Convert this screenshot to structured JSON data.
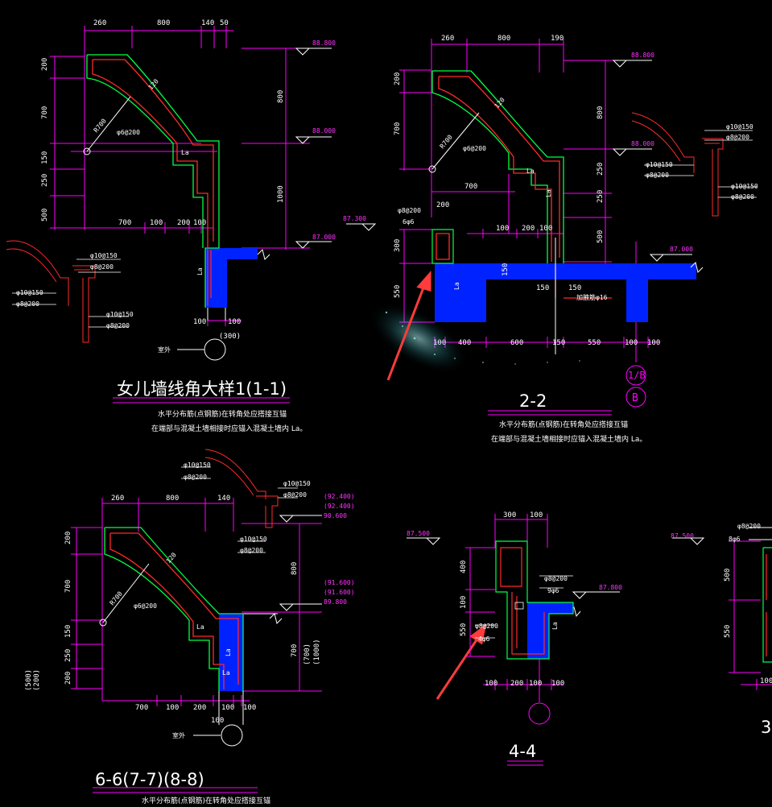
{
  "colors": {
    "background": "#000000",
    "dimension": "#ff00ff",
    "outline": "#00ff44",
    "rebar": "#ff2a2a",
    "concrete": "#0022ff",
    "text": "#ffffff",
    "arrow": "#ff3b3b"
  },
  "s1": {
    "top": [
      "260",
      "800",
      "140",
      "50"
    ],
    "left": [
      "200",
      "700",
      "150",
      "250",
      "500"
    ],
    "right": [
      "800",
      "1000"
    ],
    "bottom": [
      "700",
      "100",
      "200",
      "100"
    ],
    "below": [
      "100",
      "100",
      "(300)"
    ],
    "elev": [
      "88.800",
      "88.000",
      "87.000"
    ],
    "rebar": [
      "120",
      "R700",
      "φ6@200",
      "La",
      "La",
      "φ10@150",
      "φ8@200",
      "φ10@150",
      "φ8@200",
      "φ10@150",
      "φ8@200"
    ],
    "outside": "室外",
    "title": "女儿墙线角大样1(1-1)",
    "note1": "水平分布筋(点钢筋)在转角处应搭接互锚",
    "note2": "在端部与混凝土墙相接时应锚入混凝土墙内 La。"
  },
  "s2": {
    "top": [
      "260",
      "800",
      "190"
    ],
    "left": [
      "200",
      "700",
      "300",
      "550"
    ],
    "right": [
      "800",
      "250",
      "250",
      "500"
    ],
    "mid": [
      "700",
      "100",
      "200",
      "100",
      "200",
      "150",
      "150",
      "150"
    ],
    "bottom": [
      "100",
      "400",
      "600",
      "150",
      "550",
      "100",
      "100"
    ],
    "elev": [
      "88.800",
      "88.000",
      "87.300",
      "87.000"
    ],
    "rebar": [
      "120",
      "R700",
      "φ6@200",
      "La",
      "La",
      "La",
      "φ8@200",
      "6φ6",
      "加腋筋φ16",
      "φ10@150",
      "φ8@200",
      "φ10@150",
      "φ8@200",
      "φ10@150",
      "φ8@200"
    ],
    "axis": [
      "1/B",
      "B"
    ],
    "title": "2-2",
    "note1": "水平分布筋(点钢筋)在转角处应搭接互锚",
    "note2": "在端部与混凝土墙相接时应锚入混凝土墙内 La。"
  },
  "s6": {
    "top": [
      "260",
      "800",
      "140"
    ],
    "left": [
      "200",
      "700",
      "150",
      "250",
      "(500)",
      "(200)",
      "200"
    ],
    "right": [
      "800",
      "700",
      "(700)",
      "(1000)"
    ],
    "bottom": [
      "700",
      "100",
      "200",
      "100",
      "100"
    ],
    "below": [
      "100"
    ],
    "elev": [
      "(92.400)",
      "(92.400)",
      "90.600",
      "(91.600)",
      "(91.600)",
      "89.800"
    ],
    "rebar": [
      "120",
      "R700",
      "φ6@200",
      "La",
      "La",
      "La",
      "φ10@150",
      "φ8@200",
      "φ10@150",
      "φ8@200",
      "φ10@150",
      "φ8@200"
    ],
    "outside": "室外",
    "title": "6-6(7-7)(8-8)",
    "note1": "水平分布筋(点钢筋)在转角处应搭接互锚"
  },
  "s4": {
    "top": [
      "300",
      "100"
    ],
    "left": [
      "400",
      "100",
      "550"
    ],
    "bottom": [
      "100",
      "200",
      "100",
      "100"
    ],
    "elev": [
      "87.500",
      "87.800"
    ],
    "rebar": [
      "φ8@200",
      "9φ6",
      "φ8@200",
      "4φ6",
      "La"
    ],
    "title": "4-4"
  },
  "s3": {
    "elev": "87.500",
    "rebar": [
      "φ8@200",
      "8φ6"
    ],
    "left": [
      "500",
      "550"
    ],
    "bottom": "100",
    "title": "3"
  }
}
